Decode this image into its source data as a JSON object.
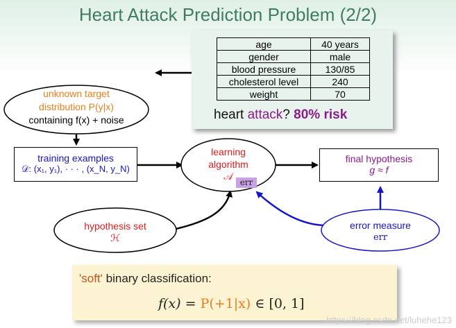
{
  "title": "Heart Attack Prediction Problem (2/2)",
  "patient_table": [
    [
      "age",
      "40 years"
    ],
    [
      "gender",
      "male"
    ],
    [
      "blood pressure",
      "130/85"
    ],
    [
      "cholesterol level",
      "240"
    ],
    [
      "weight",
      "70"
    ]
  ],
  "risk": {
    "prefix": "heart ",
    "attack": "attack",
    "question": "? ",
    "value": "80% risk"
  },
  "target": {
    "line1": "unknown target",
    "line2": "distribution P(y|x)",
    "line3": "containing f(x) + noise"
  },
  "training": {
    "label": "training examples",
    "data": "𝒟: (x₁, y₁), · · · , (x_N, y_N)"
  },
  "learning": {
    "line1": "learning",
    "line2": "algorithm",
    "symbol": "𝒜",
    "badge": "err"
  },
  "final": {
    "line1": "final hypothesis",
    "line2": "g ≈ f"
  },
  "hypothesis": {
    "line1": "hypothesis set",
    "symbol": "ℋ"
  },
  "error": {
    "line1": "error measure",
    "symbol": "err"
  },
  "soft": {
    "quote": "'soft'",
    "rest": " binary classification:",
    "formula_lhs": "f(x) = ",
    "formula_rhs": "P(+1|x)",
    "formula_tail": " ∈ [0, 1]"
  },
  "watermark": "https://blog.csdn.net/luhehe123",
  "colors": {
    "title": "#3f7d62",
    "orange": "#e87f1d",
    "red": "#e31b1b",
    "purple": "#8b1a8b",
    "blue": "#1515c8"
  }
}
